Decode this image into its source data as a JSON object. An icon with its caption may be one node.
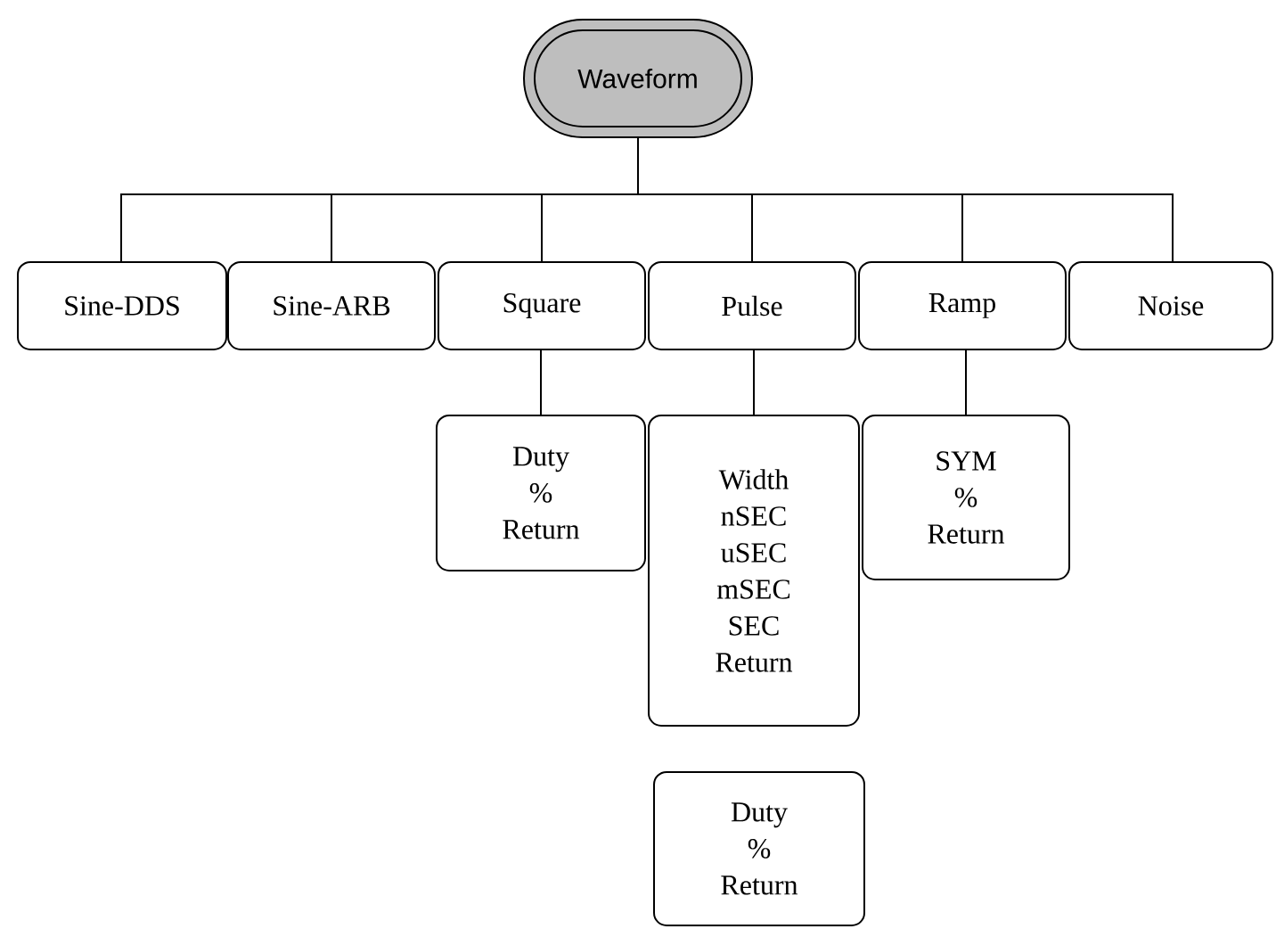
{
  "diagram": {
    "nodes": [
      {
        "text": [
          "Waveform"
        ]
      },
      {
        "text": [
          "Sine-DDS"
        ]
      },
      {
        "text": [
          "Sine-ARB"
        ]
      },
      {
        "text": [
          "Square"
        ]
      },
      {
        "text": [
          "Pulse"
        ]
      },
      {
        "text": [
          "Ramp"
        ]
      },
      {
        "text": [
          "Noise"
        ]
      },
      {
        "text": [
          "Duty",
          "%",
          "Return"
        ]
      },
      {
        "text": [
          "Width",
          "nSEC",
          "uSEC",
          "mSEC",
          "SEC",
          "Return"
        ]
      },
      {
        "text": [
          "SYM",
          "%",
          "Return"
        ]
      },
      {
        "text": [
          "Duty",
          "%",
          "Return"
        ]
      }
    ],
    "edges": [
      {
        "from": 0,
        "to": 1,
        "arrow": "none"
      },
      {
        "from": 0,
        "to": 2,
        "arrow": "none"
      },
      {
        "from": 0,
        "to": 3,
        "arrow": "none"
      },
      {
        "from": 0,
        "to": 4,
        "arrow": "none"
      },
      {
        "from": 0,
        "to": 5,
        "arrow": "none"
      },
      {
        "from": 0,
        "to": 6,
        "arrow": "none"
      },
      {
        "from": 3,
        "to": 7,
        "arrow": "none"
      },
      {
        "from": 4,
        "to": 8,
        "arrow": "none"
      },
      {
        "from": 5,
        "to": 9,
        "arrow": "none"
      }
    ]
  }
}
